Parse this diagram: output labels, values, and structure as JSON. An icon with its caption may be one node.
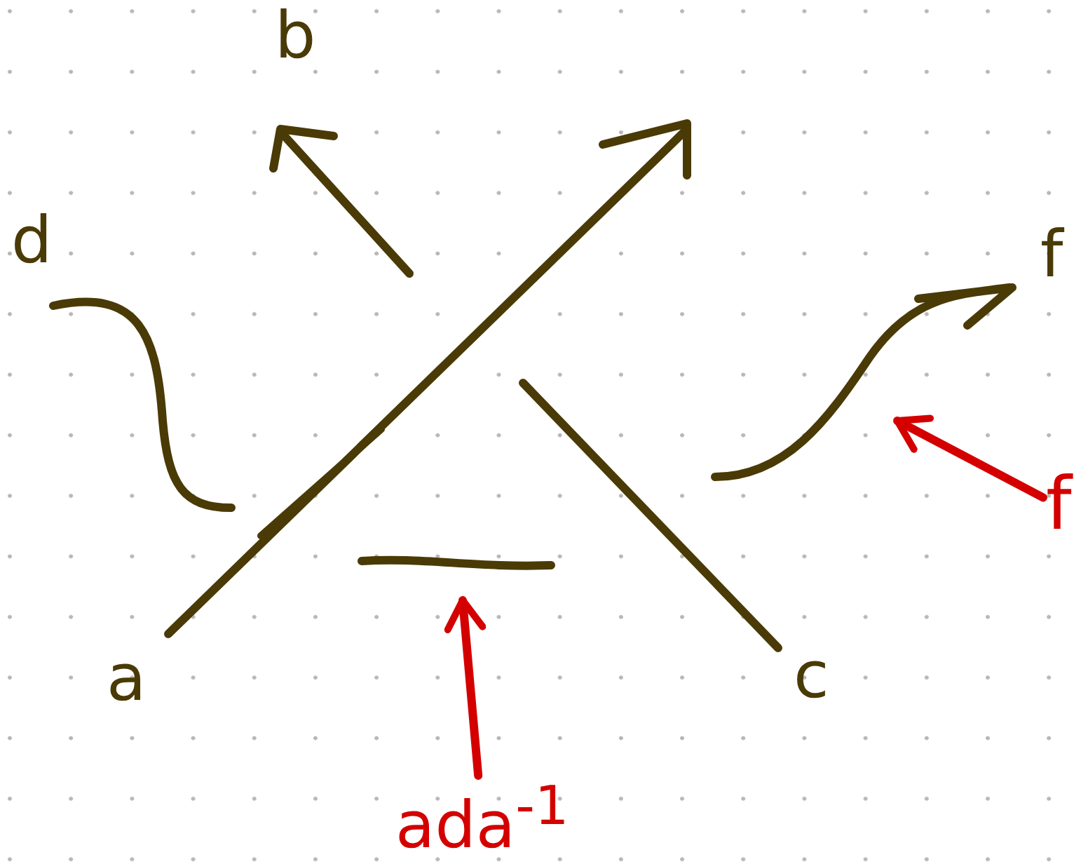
{
  "diagram": {
    "nodes": [
      {
        "text": [
          "ada$^{-1}$"
        ]
      },
      {
        "text": [
          "f"
        ]
      }
    ],
    "edges": [
      {
        "from": 0,
        "to": null,
        "arrow": "to"
      },
      {
        "from": 1,
        "to": null,
        "arrow": "to"
      }
    ],
    "labels": [
      "b",
      "d",
      "f",
      "a",
      "c"
    ]
  }
}
